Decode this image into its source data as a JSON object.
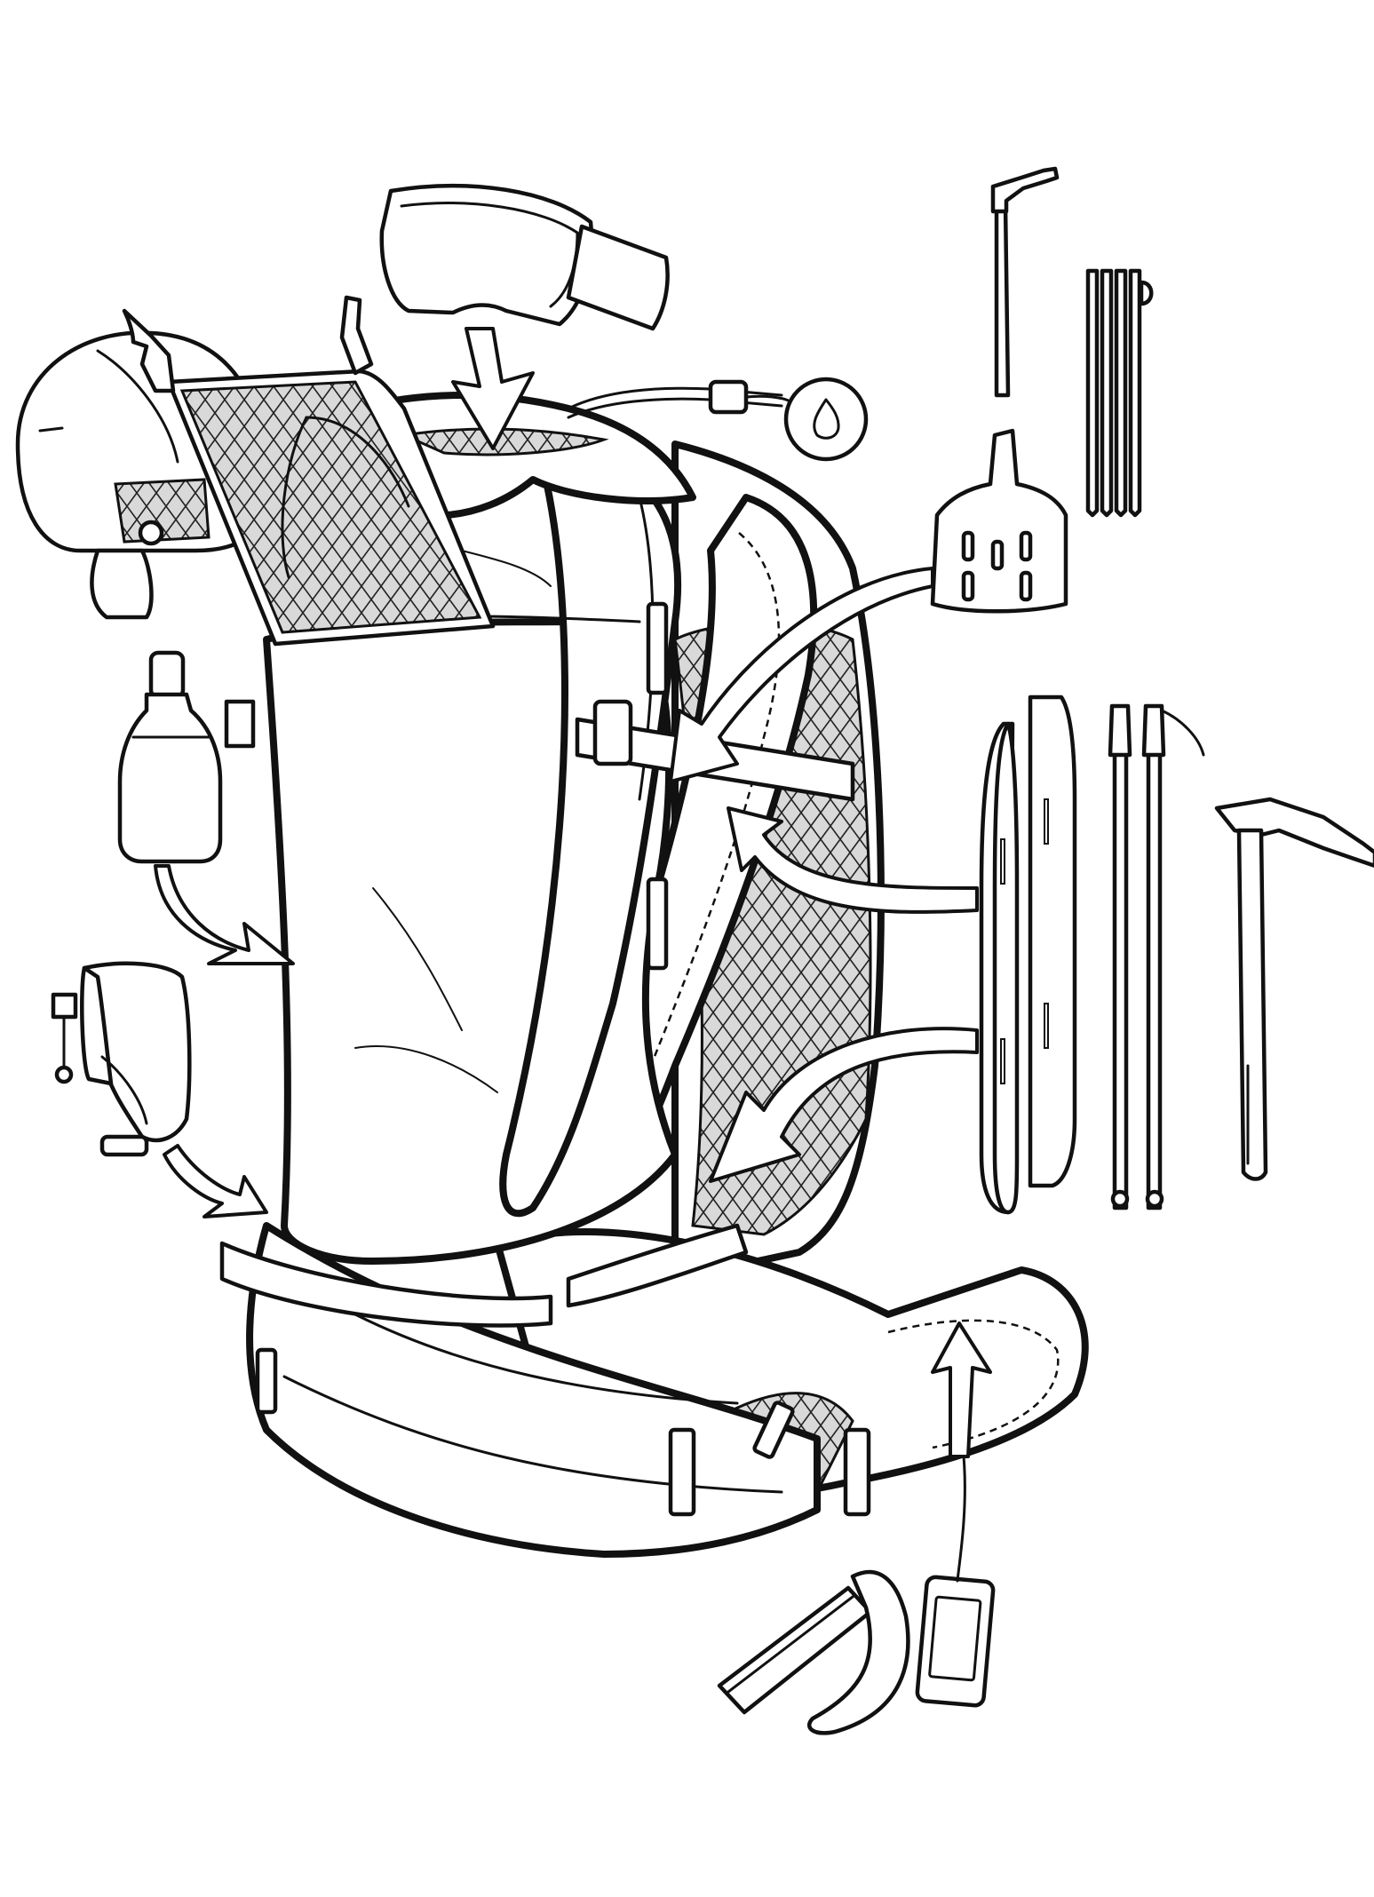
{
  "illustration": {
    "subject": "backpack",
    "line_color": "#111111",
    "background": "#ffffff",
    "items": [
      {
        "id": "goggles",
        "icon": "goggles-icon"
      },
      {
        "id": "helmet",
        "icon": "helmet-icon"
      },
      {
        "id": "hydration-tube",
        "icon": "water-drop-icon"
      },
      {
        "id": "probe",
        "icon": "probe-icon"
      },
      {
        "id": "shovel-shaft",
        "icon": "shovel-shaft-icon"
      },
      {
        "id": "shovel-blade",
        "icon": "shovel-blade-icon"
      },
      {
        "id": "water-bottle",
        "icon": "bottle-icon"
      },
      {
        "id": "climbing-skins",
        "icon": "skins-icon"
      },
      {
        "id": "splitboard",
        "icon": "splitboard-icon"
      },
      {
        "id": "ski-poles",
        "icon": "ski-poles-icon"
      },
      {
        "id": "ice-axe",
        "icon": "ice-axe-icon"
      },
      {
        "id": "energy-bar",
        "icon": "energy-bar-icon"
      },
      {
        "id": "banana",
        "icon": "banana-icon"
      },
      {
        "id": "phone",
        "icon": "phone-icon"
      }
    ]
  }
}
